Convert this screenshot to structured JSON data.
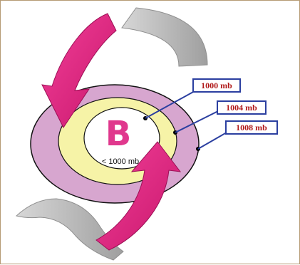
{
  "diagram": {
    "center_letter": "B",
    "center_sublabel": "< 1000 mb",
    "isobar_labels": [
      "1000 mb",
      "1004 mb",
      "1008 mb"
    ]
  },
  "colors": {
    "outer_ring": "#d7a6cf",
    "middle_ring": "#f6f3a7",
    "inner_area": "#ffffff",
    "arrows": "#ea2f86",
    "gray_arcs": "#bcbcbc",
    "label_box_border": "#2b3fa0",
    "label_text": "#b01818",
    "center_letter": "#e0388d"
  }
}
